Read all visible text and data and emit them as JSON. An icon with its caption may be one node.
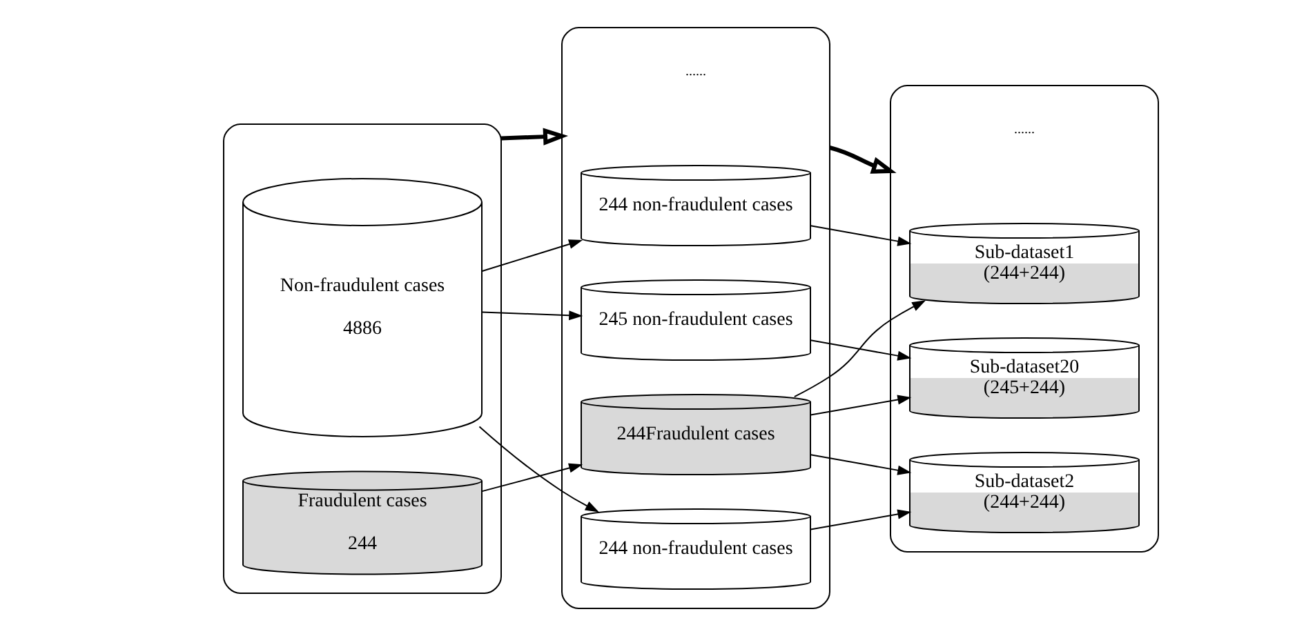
{
  "diagram": {
    "nodes": [
      {
        "text": [],
        "shape": "box"
      },
      {
        "text": [
          "Non-fraudulent cases",
          "4886"
        ],
        "in": 0
      },
      {
        "text": [
          "Fraudulent cases",
          "244"
        ],
        "in": 0
      },
      {
        "text": [],
        "shape": "box"
      },
      {
        "text": [
          "244 non-fraudulent cases"
        ],
        "in": 3
      },
      {
        "text": [
          "244 non-fraudulent cases"
        ],
        "in": 3
      },
      {
        "text": [
          "245 non-fraudulent cases"
        ],
        "in": 3
      },
      {
        "text": [
          "244Fraudulent cases"
        ],
        "in": 3
      },
      {
        "text": [],
        "shape": "box"
      },
      {
        "text": [
          "Sub-dataset1",
          "(244+244)"
        ],
        "in": 8
      },
      {
        "text": [
          "Sub-dataset2",
          "(244+244)"
        ],
        "in": 8
      },
      {
        "text": [
          "Sub-dataset20",
          "(245+244)"
        ],
        "in": 8
      }
    ],
    "edges": [
      {
        "from": 0,
        "to": 3,
        "arrow": "to",
        "style": "thick"
      },
      {
        "from": 3,
        "to": 8,
        "arrow": "to",
        "style": "thick"
      },
      {
        "from": 1,
        "to": 4,
        "arrow": "to"
      },
      {
        "from": 1,
        "to": 5,
        "arrow": "to"
      },
      {
        "from": 1,
        "to": 6,
        "arrow": "to"
      },
      {
        "from": 2,
        "to": 7,
        "arrow": "to"
      },
      {
        "from": 4,
        "to": 9,
        "arrow": "to"
      },
      {
        "from": 5,
        "to": 10,
        "arrow": "to"
      },
      {
        "from": 6,
        "to": 11,
        "arrow": "to"
      },
      {
        "from": 7,
        "to": 9,
        "arrow": "to"
      },
      {
        "from": 7,
        "to": 10,
        "arrow": "to"
      },
      {
        "from": 7,
        "to": 11,
        "arrow": "to"
      }
    ],
    "labels": [
      "......",
      "......"
    ]
  }
}
